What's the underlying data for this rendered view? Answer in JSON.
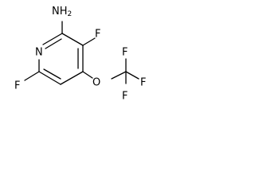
{
  "molecule": {
    "atoms": {
      "amine_n": "N",
      "amine_h": "H",
      "amine_h_count": "2",
      "ring_n": "N",
      "f_top": "F",
      "f_left": "F",
      "ether_o": "O",
      "cf3_f_top": "F",
      "cf3_f_right": "F",
      "cf3_f_bottom": "F"
    }
  }
}
